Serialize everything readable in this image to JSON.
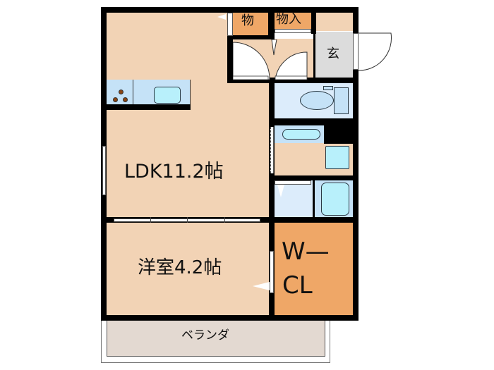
{
  "floor_plan": {
    "rooms": {
      "ldk": {
        "label": "LDK11.2帖"
      },
      "western_room": {
        "label": "洋室4.2帖"
      },
      "walk_in_closet": {
        "label_line1": "W—",
        "label_line2": "CL"
      },
      "storage_small": {
        "label": "物"
      },
      "storage_closet": {
        "label": "物入"
      },
      "entrance": {
        "label": "玄"
      },
      "balcony": {
        "label": "ベランダ"
      }
    },
    "colors": {
      "floor": "#f2d3b5",
      "closet": "#efa767",
      "wet_area": "#dcecfb",
      "entrance": "#dcdcdc",
      "balcony": "#e3d9d1",
      "wall": "#000000"
    }
  }
}
